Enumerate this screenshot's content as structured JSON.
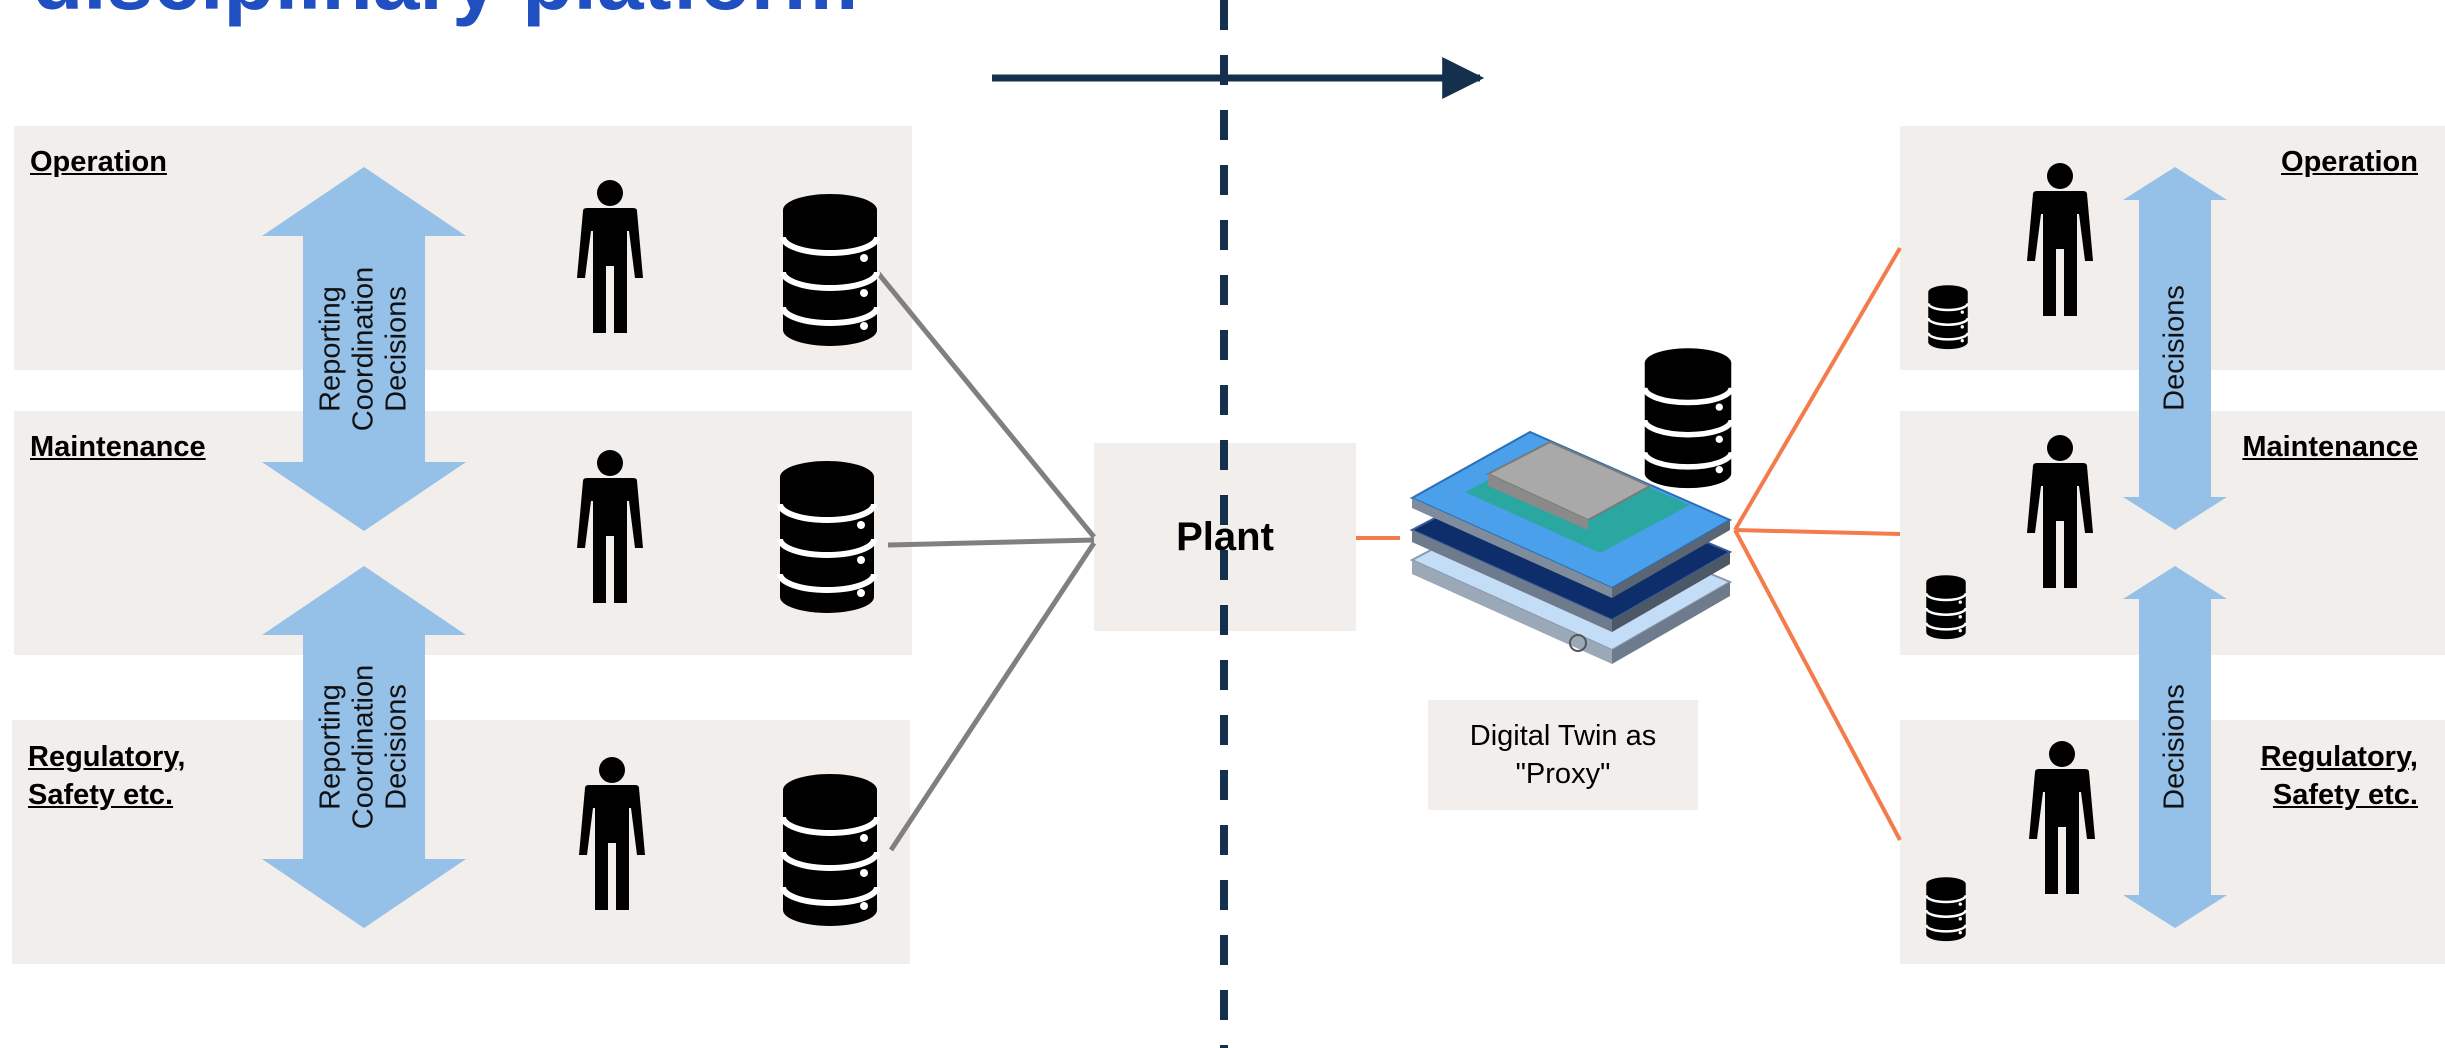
{
  "title": "disciplinary platform",
  "left_panels": {
    "operation": "Operation",
    "maintenance": "Maintenance",
    "regulatory": "Regulatory,\nSafety etc."
  },
  "right_panels": {
    "operation": "Operation",
    "maintenance": "Maintenance",
    "regulatory": "Regulatory,\nSafety etc."
  },
  "left_arrows": {
    "top": "Reporting\nCoordination\nDecisions",
    "bottom": "Reporting\nCoordination\nDecisions"
  },
  "right_arrows": {
    "top": "Decisions",
    "bottom": "Decisions"
  },
  "plant": "Plant",
  "digital_twin": "Digital Twin as\n\"Proxy\"",
  "colors": {
    "panel": "#f1eeeb",
    "arrow": "#95c0e8",
    "title": "#1f4fc1",
    "divider": "#14304d",
    "left_connector": "#808080",
    "right_connector": "#f47c4c"
  }
}
